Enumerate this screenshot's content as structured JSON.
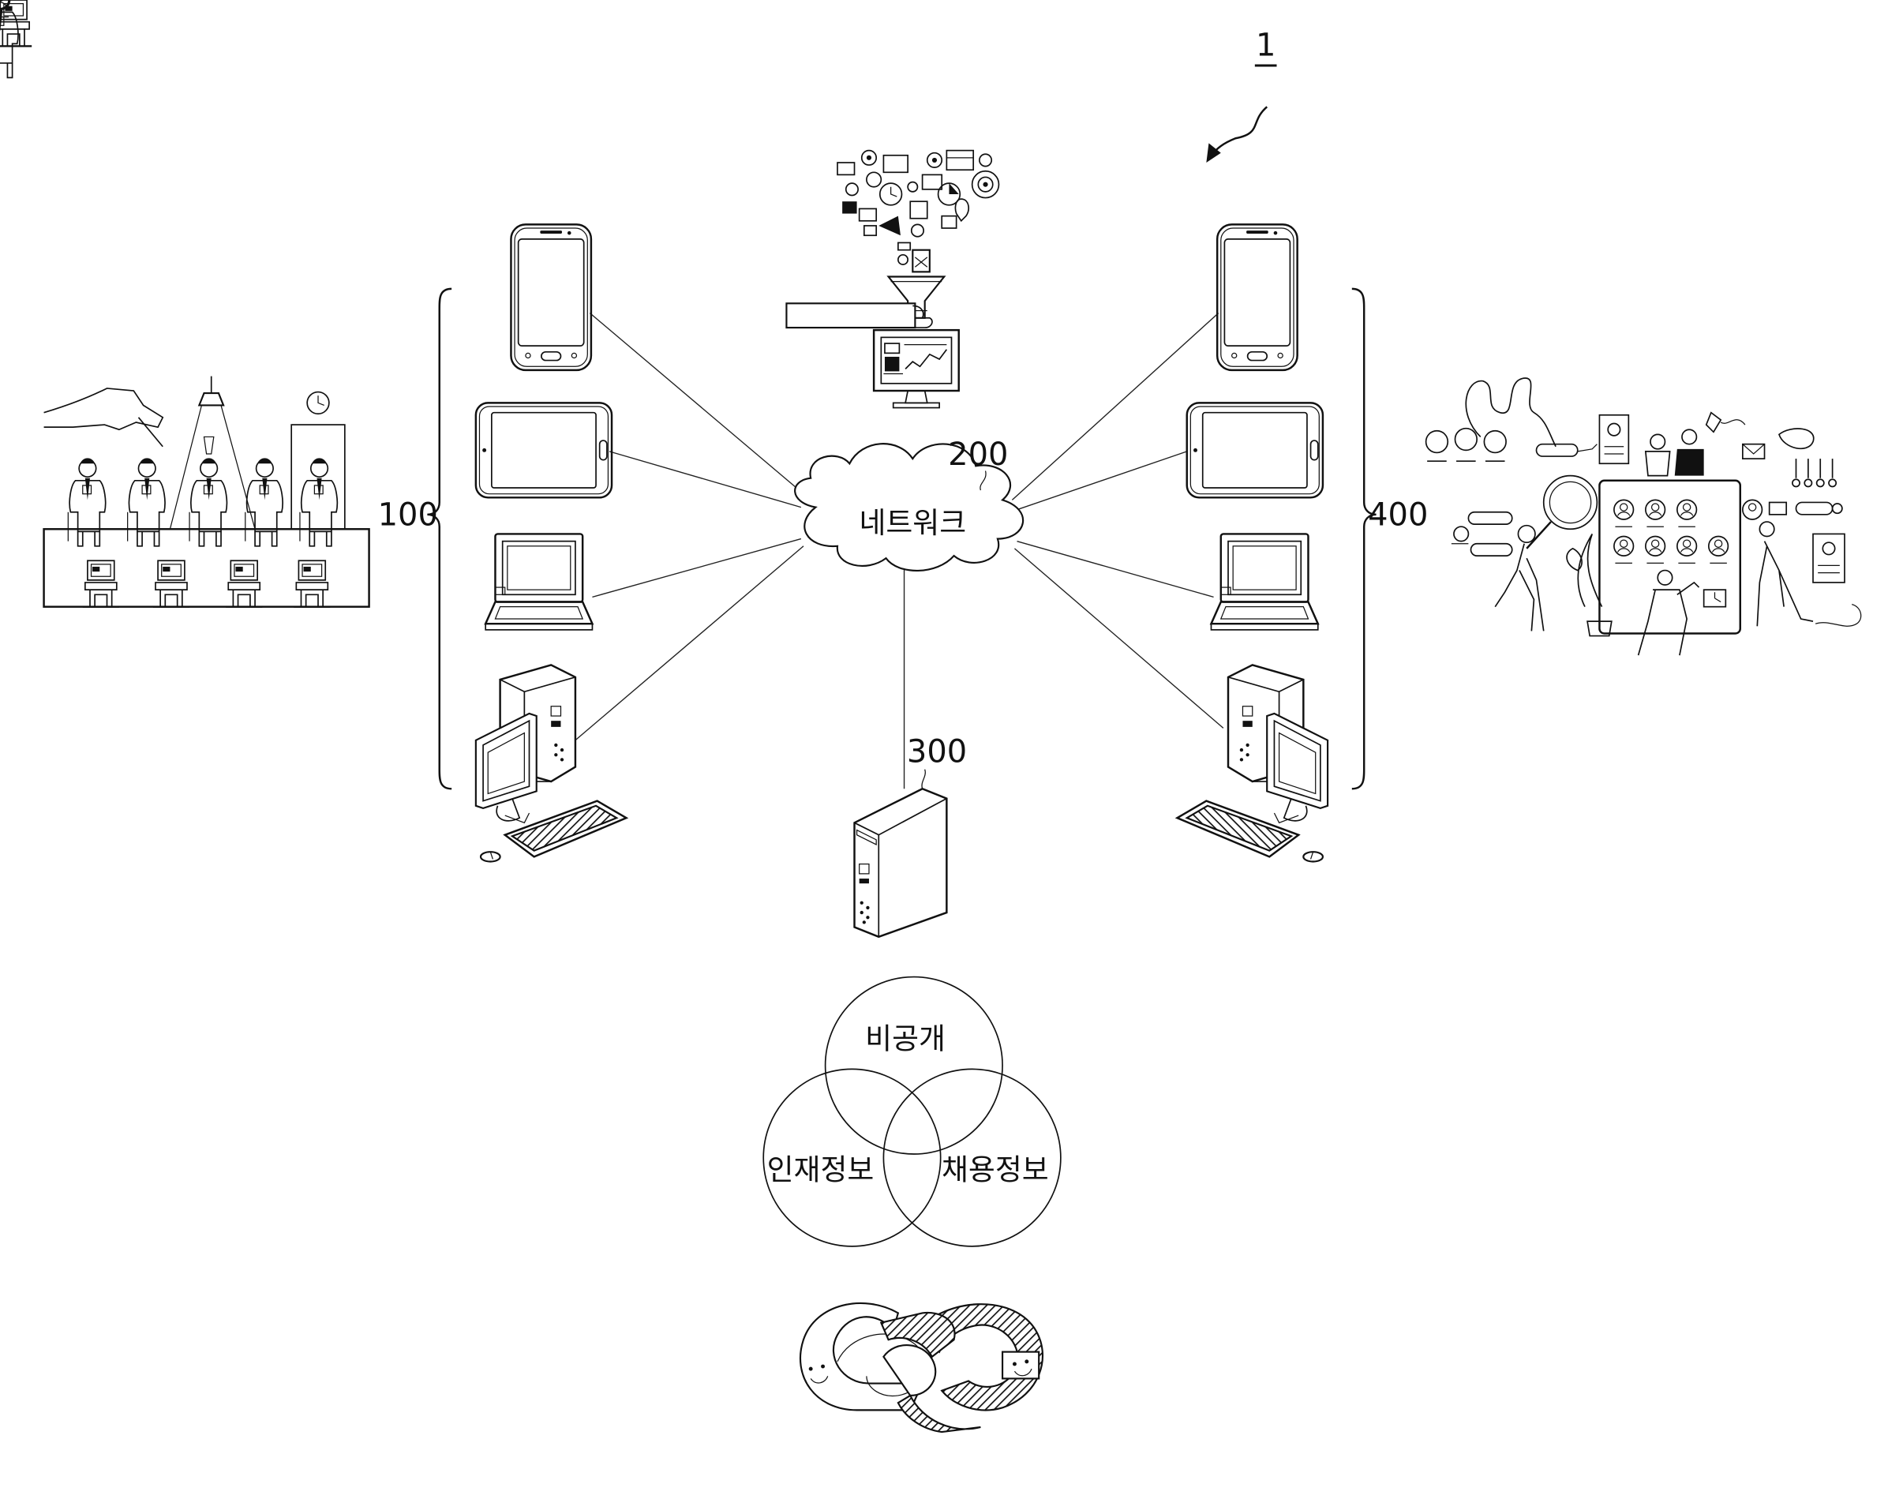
{
  "labels": {
    "system": "1",
    "network_ref": "200",
    "network": "네트워크",
    "server_ref": "300",
    "users_ref": "100",
    "companies_ref": "400",
    "venn_top": "비공개",
    "venn_left": "인재정보",
    "venn_right": "채용정보"
  },
  "icons": [
    "interview-scene-icon",
    "data-funnel-icon",
    "recruiting-scene-icon",
    "smartphone-icon",
    "tablet-icon",
    "laptop-icon",
    "desktop-computer-icon",
    "server-icon",
    "cloud-icon",
    "chain-link-logo-icon"
  ],
  "colors": {
    "ink": "#111111",
    "background": "#ffffff"
  }
}
